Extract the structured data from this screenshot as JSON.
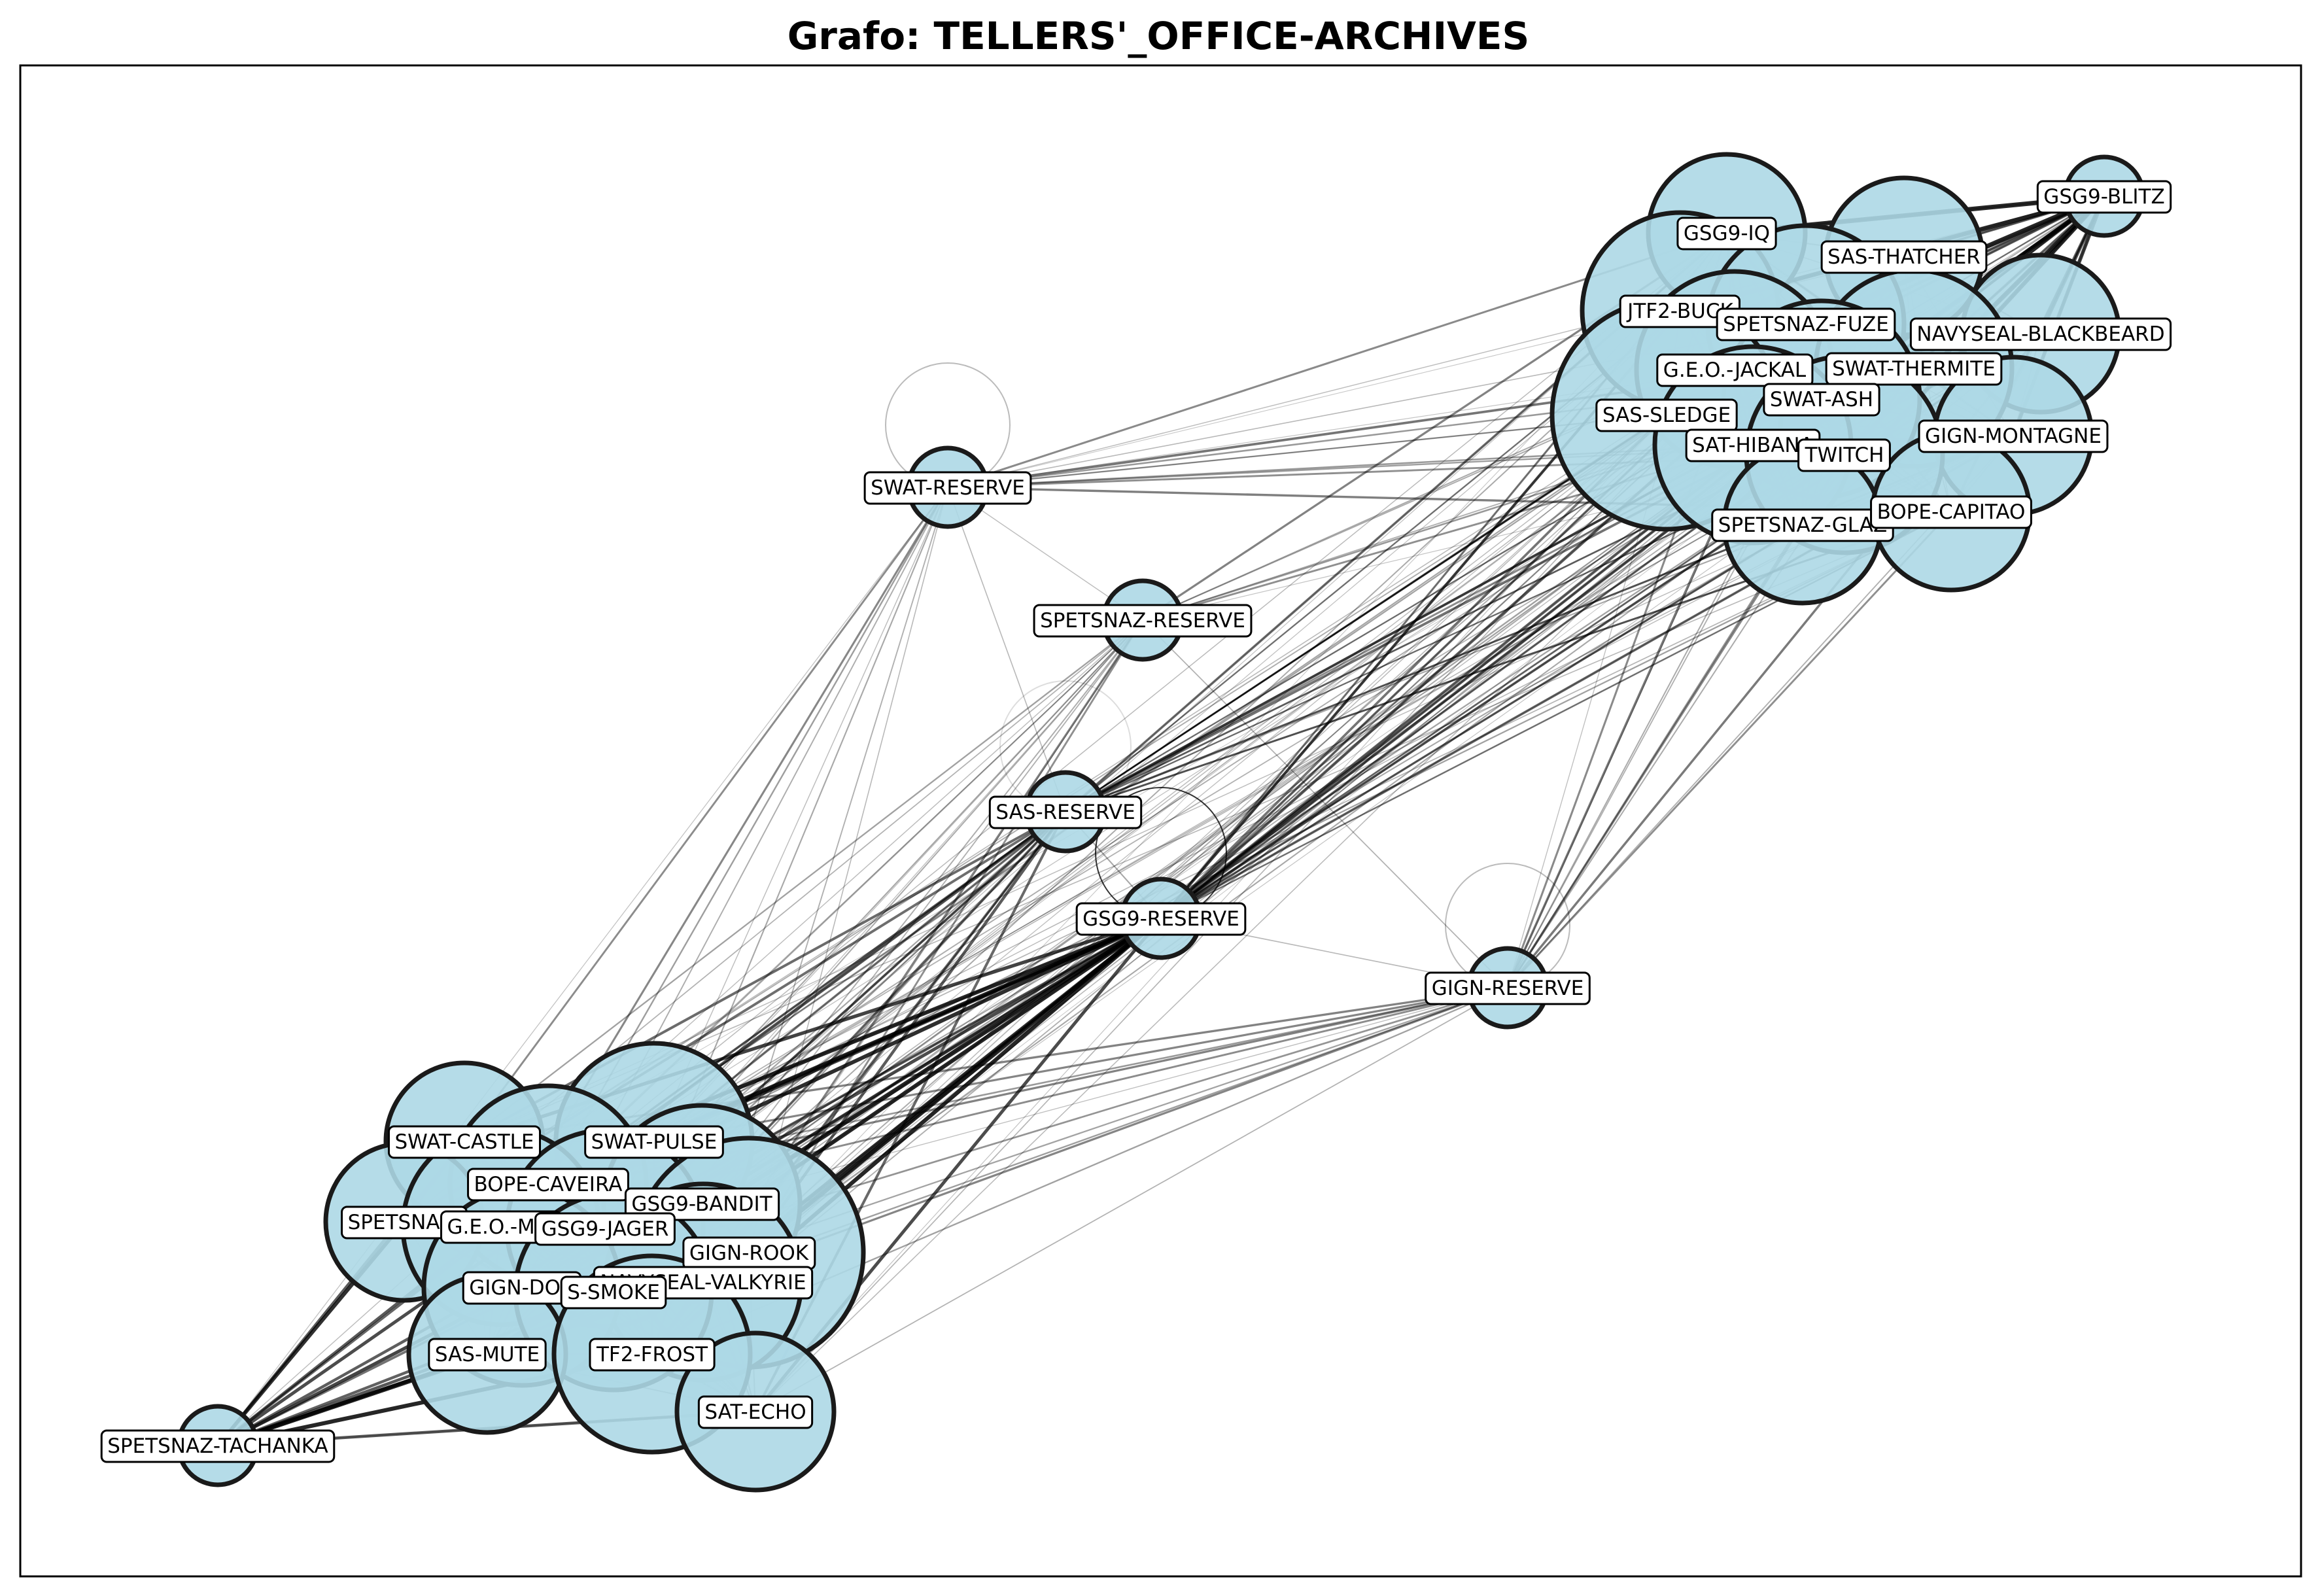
{
  "title": "Grafo: TELLERS'_OFFICE-ARCHIVES",
  "colors": {
    "node_fill": "#add8e6",
    "node_edge": "#1a1a1a",
    "edge": "#000000",
    "label_bg": "#ffffff",
    "frame": "#000000"
  },
  "nodes": [
    {
      "id": "GSG9-BLITZ",
      "label": "GSG9-BLITZ",
      "size": "small"
    },
    {
      "id": "GSG9-IQ",
      "label": "GSG9-IQ",
      "size": "medium"
    },
    {
      "id": "SAS-THATCHER",
      "label": "SAS-THATCHER",
      "size": "medium"
    },
    {
      "id": "JTF2-BUCK",
      "label": "JTF2-BUCK",
      "size": "large"
    },
    {
      "id": "SPETSNAZ-FUZE",
      "label": "SPETSNAZ-FUZE",
      "size": "large"
    },
    {
      "id": "NAVYSEAL-BLACKBEARD",
      "label": "NAVYSEAL-BLACKBEARD",
      "size": "medium"
    },
    {
      "id": "G.E.O.-JACKAL",
      "label": "G.E.O.-JACKAL",
      "size": "large"
    },
    {
      "id": "SWAT-THERMITE",
      "label": "SWAT-THERMITE",
      "size": "large"
    },
    {
      "id": "SWAT-ASH",
      "label": "SWAT-ASH",
      "size": "large"
    },
    {
      "id": "SAS-SLEDGE",
      "label": "SAS-SLEDGE",
      "size": "xlarge"
    },
    {
      "id": "GIGN-MONTAGNE",
      "label": "GIGN-MONTAGNE",
      "size": "medium"
    },
    {
      "id": "SAT-HIBANA",
      "label": "SAT-HIBANA",
      "size": "large"
    },
    {
      "id": "GIGN-TWITCH",
      "label": "TWITCH",
      "size": "large"
    },
    {
      "id": "SPETSNAZ-GLAZ",
      "label": "SPETSNAZ-GLAZ",
      "size": "medium"
    },
    {
      "id": "BOPE-CAPITAO",
      "label": "BOPE-CAPITAO",
      "size": "medium"
    },
    {
      "id": "SWAT-RESERVE",
      "label": "SWAT-RESERVE",
      "size": "small"
    },
    {
      "id": "SPETSNAZ-RESERVE",
      "label": "SPETSNAZ-RESERVE",
      "size": "small"
    },
    {
      "id": "SAS-RESERVE",
      "label": "SAS-RESERVE",
      "size": "small"
    },
    {
      "id": "GSG9-RESERVE",
      "label": "GSG9-RESERVE",
      "size": "small"
    },
    {
      "id": "GIGN-RESERVE",
      "label": "GIGN-RESERVE",
      "size": "small"
    },
    {
      "id": "SWAT-CASTLE",
      "label": "SWAT-CASTLE",
      "size": "medium"
    },
    {
      "id": "SWAT-PULSE",
      "label": "SWAT-PULSE",
      "size": "large"
    },
    {
      "id": "BOPE-CAVEIRA",
      "label": "BOPE-CAVEIRA",
      "size": "large"
    },
    {
      "id": "SPETSNAZ-KAPKAN",
      "label": "SPETSNAZ-",
      "size": "medium"
    },
    {
      "id": "G.E.O.-MIRA",
      "label": "G.E.O.-MIR",
      "size": "large"
    },
    {
      "id": "GSG9-BANDIT",
      "label": "GSG9-BANDIT",
      "size": "large"
    },
    {
      "id": "GSG9-JAGER",
      "label": "GSG9-JAGER",
      "size": "large"
    },
    {
      "id": "GIGN-ROOK",
      "label": "GIGN-ROOK",
      "size": "xlarge"
    },
    {
      "id": "NAVYSEAL-VALKYRIE",
      "label": "NAVYSEAL-VALKYRIE",
      "size": "large"
    },
    {
      "id": "GIGN-DOC",
      "label": "GIGN-DOC",
      "size": "large"
    },
    {
      "id": "SAS-SMOKE",
      "label": "S-SMOKE",
      "size": "large"
    },
    {
      "id": "SAS-MUTE",
      "label": "SAS-MUTE",
      "size": "medium"
    },
    {
      "id": "JTF2-FROST",
      "label": "TF2-FROST",
      "size": "large"
    },
    {
      "id": "SAT-ECHO",
      "label": "SAT-ECHO",
      "size": "medium"
    },
    {
      "id": "SPETSNAZ-TACHANKA",
      "label": "SPETSNAZ-TACHANKA",
      "size": "small"
    }
  ],
  "self_loops": [
    "SWAT-RESERVE",
    "SAS-RESERVE",
    "GSG9-RESERVE",
    "GIGN-RESERVE"
  ]
}
